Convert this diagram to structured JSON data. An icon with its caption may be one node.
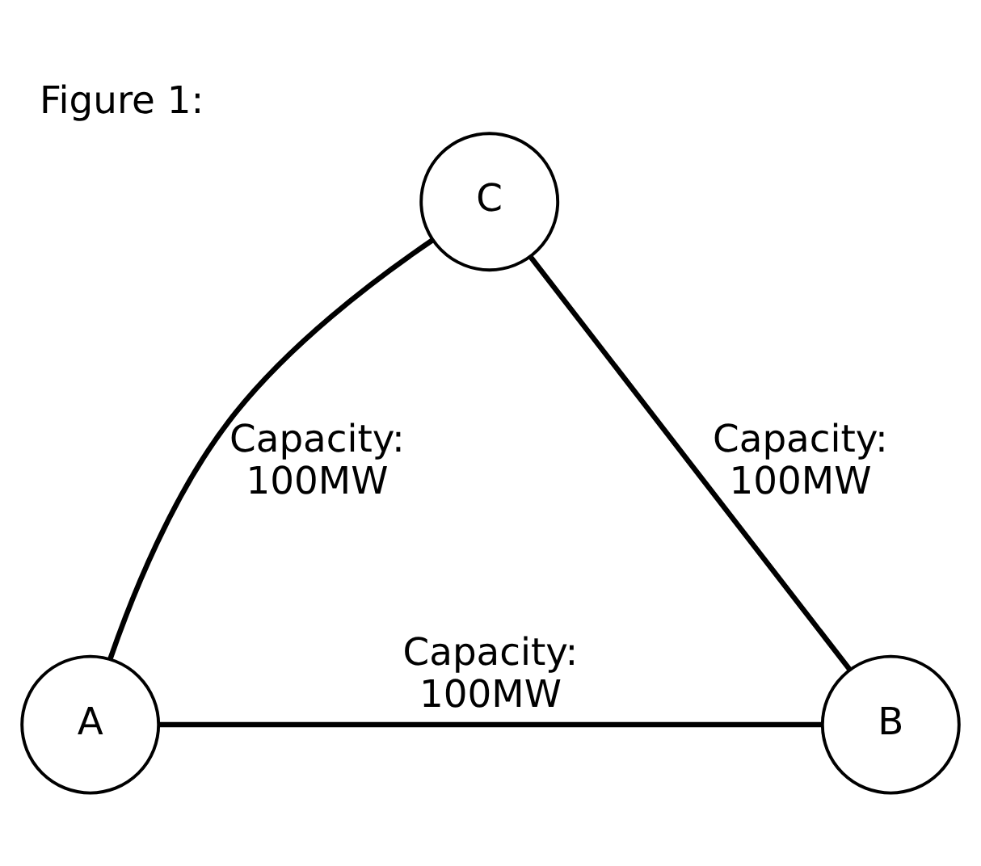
{
  "diagram": {
    "title": "Figure 1:",
    "nodes": [
      {
        "text": [
          "C"
        ]
      },
      {
        "text": [
          "A"
        ]
      },
      {
        "text": [
          "B"
        ]
      }
    ],
    "edges": [
      {
        "from": 1,
        "to": 0,
        "arrow": "none",
        "label": "Capacity: 100MW"
      },
      {
        "from": 0,
        "to": 2,
        "arrow": "none",
        "label": "Capacity: 100MW"
      },
      {
        "from": 1,
        "to": 2,
        "arrow": "none",
        "label": "Capacity: 100MW"
      }
    ]
  }
}
